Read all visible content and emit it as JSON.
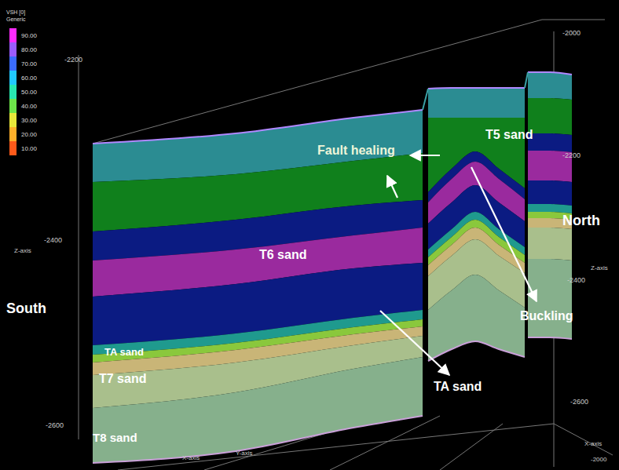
{
  "diagram": {
    "labels": [
      "VSH [0]",
      "Generic",
      "-2200",
      "T5 sand",
      "Fault healing",
      "-2000",
      "-2200",
      "Z-axis",
      "-2400",
      "T6 sand",
      "North",
      "Z-axis",
      "-2400",
      "South",
      "Buckling",
      "TA sand",
      "-2600",
      "T7 sand",
      "TA sand",
      "-2600",
      "T8 sand",
      "Y-axis",
      "X-axis",
      "X-axis",
      "-2000"
    ],
    "legend": [
      {
        "text": "90.00",
        "color": "#ff2bff"
      },
      {
        "text": "80.00",
        "color": "#9b5cff"
      },
      {
        "text": "70.00",
        "color": "#3b6cff"
      },
      {
        "text": "60.00",
        "color": "#21c8ff"
      },
      {
        "text": "50.00",
        "color": "#28e8b0"
      },
      {
        "text": "40.00",
        "color": "#6ee64a"
      },
      {
        "text": "30.00",
        "color": "#e8e83a"
      },
      {
        "text": "20.00",
        "color": "#ffb02a"
      },
      {
        "text": "10.00",
        "color": "#ff5a1a"
      }
    ]
  }
}
